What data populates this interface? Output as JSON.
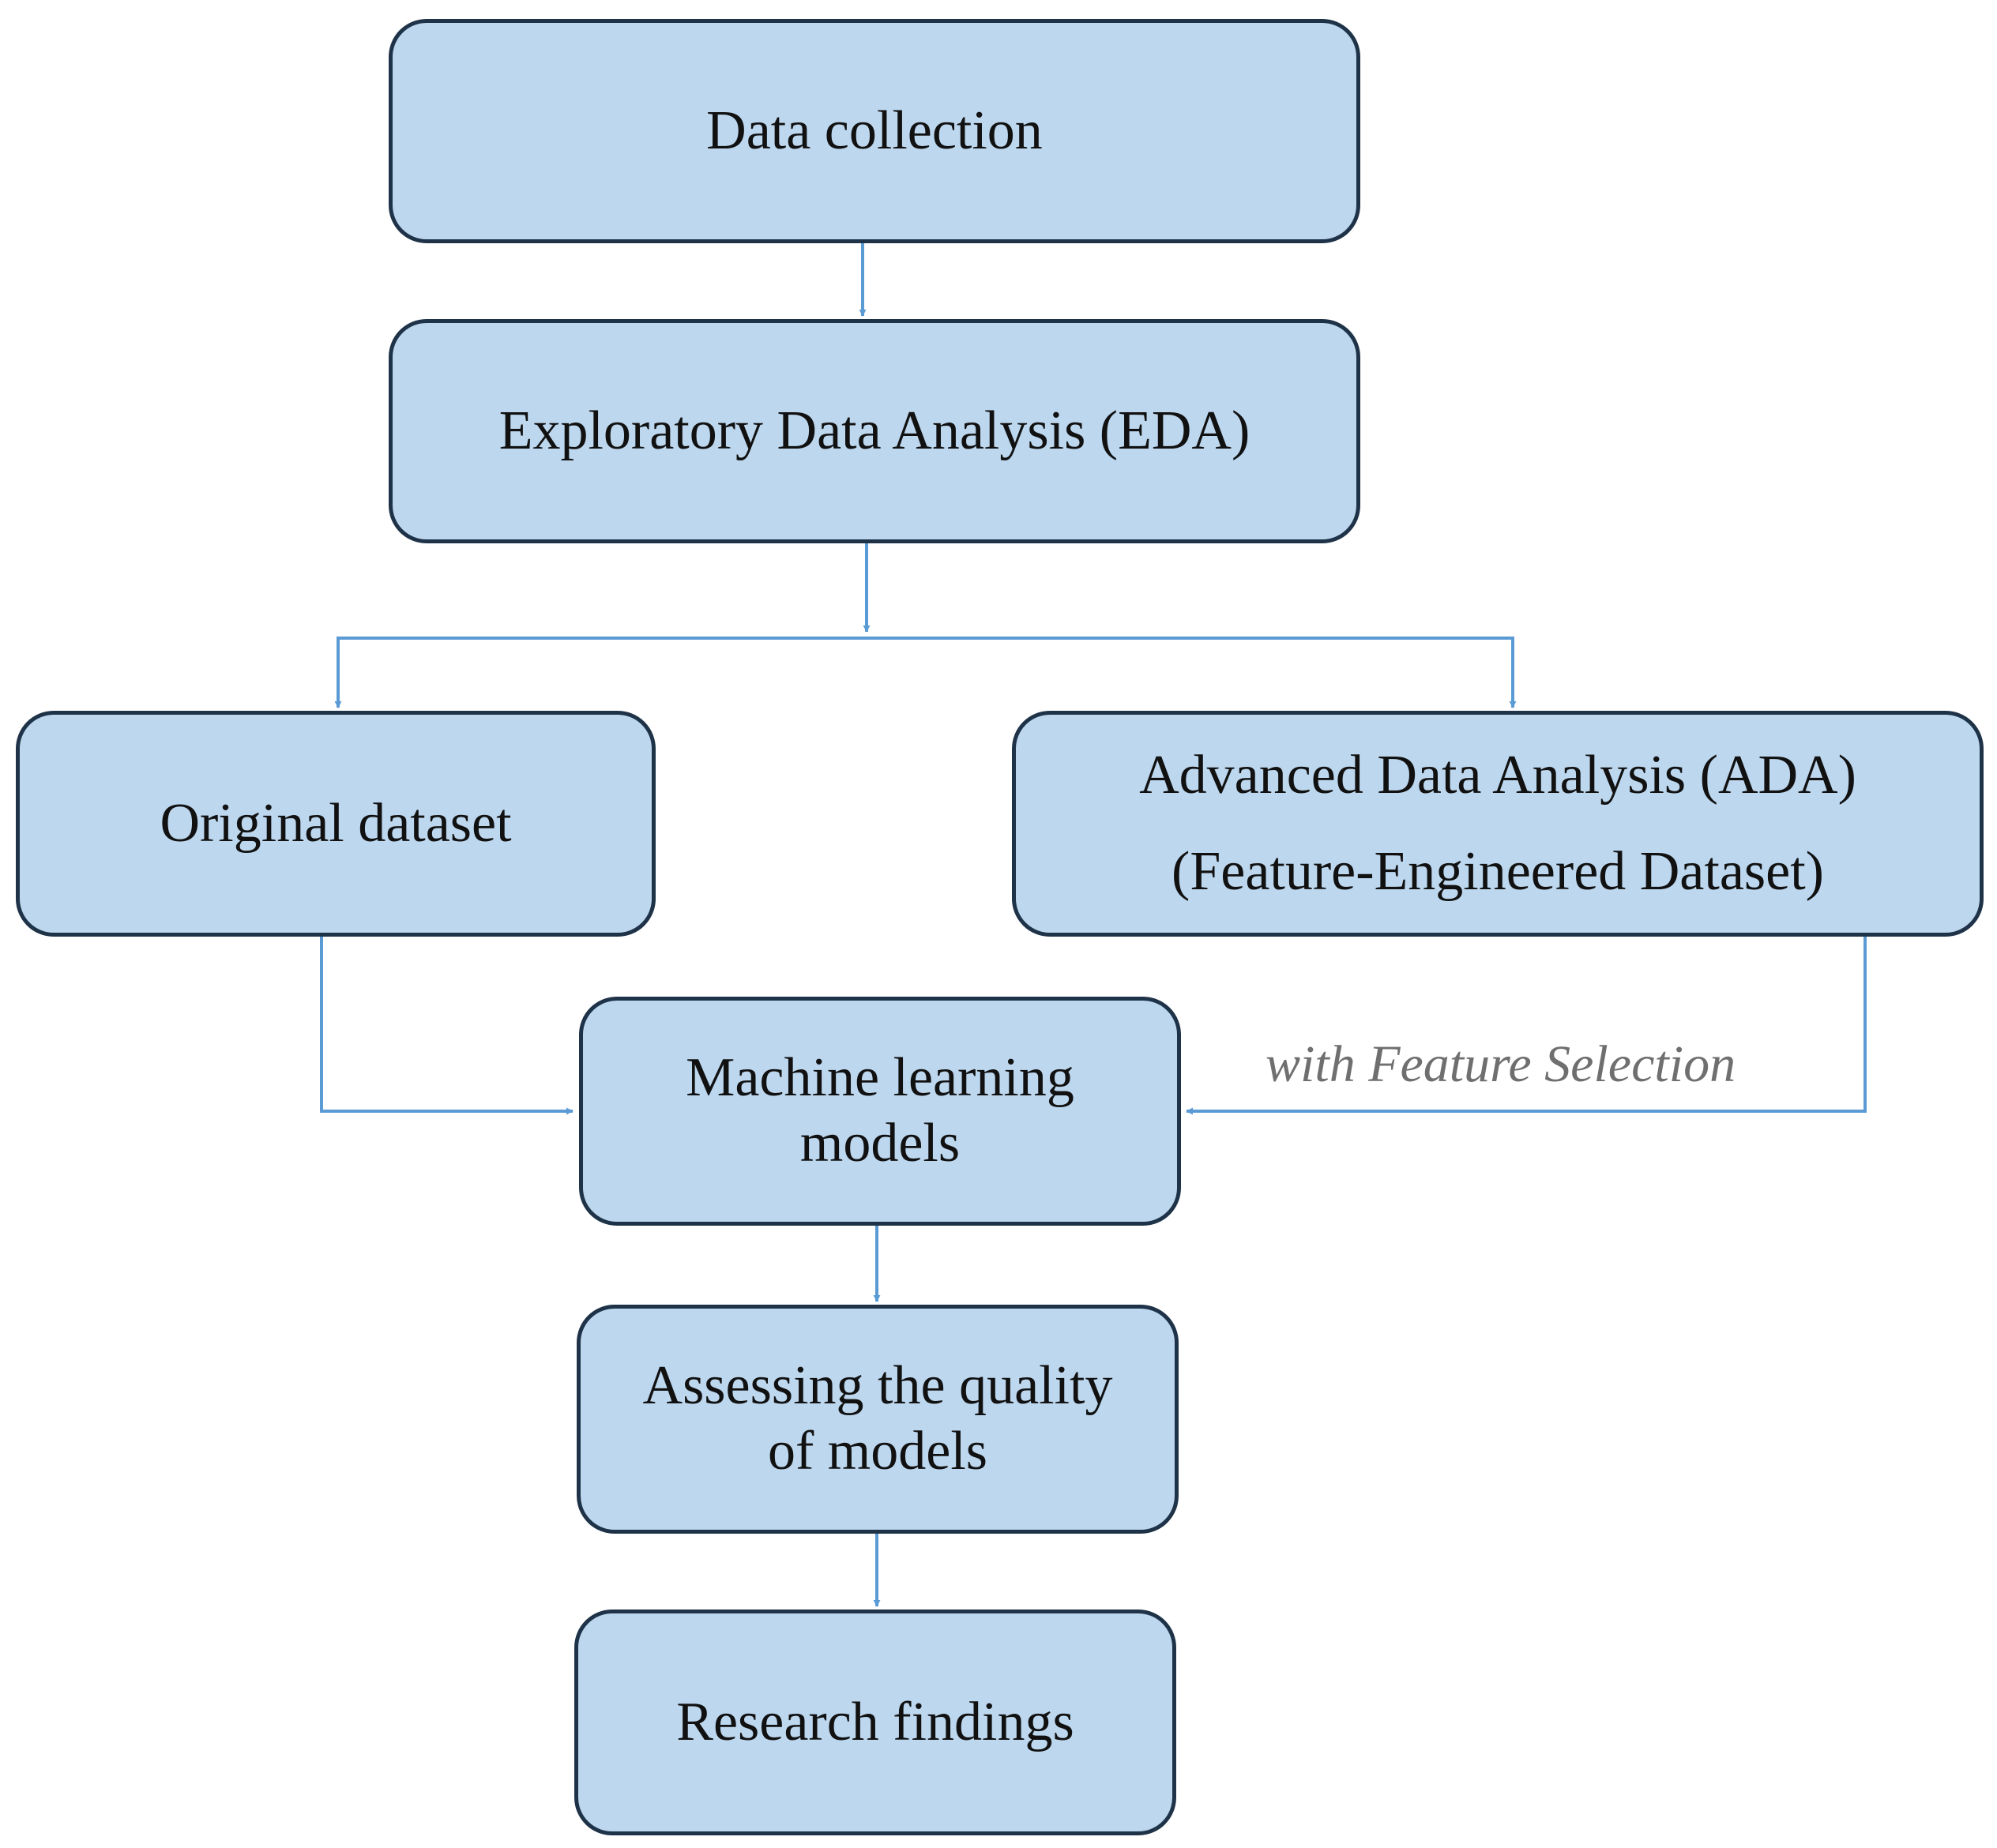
{
  "colors": {
    "box_fill": "#bdd7ee",
    "box_border": "#1f3348",
    "arrow": "#5b9bd5",
    "edge_label_text": "#6f6f6f"
  },
  "nodes": {
    "data_collection": "Data collection",
    "eda": "Exploratory Data Analysis (EDA)",
    "original_dataset": "Original dataset",
    "ada_line1": "Advanced Data Analysis (ADA)",
    "ada_line2": "(Feature-Engineered Dataset)",
    "ml_line1": "Machine learning",
    "ml_line2": "models",
    "assess_line1": "Assessing the quality",
    "assess_line2": "of models",
    "research_findings": "Research findings"
  },
  "edges": {
    "feature_selection_label": "with Feature Selection"
  }
}
